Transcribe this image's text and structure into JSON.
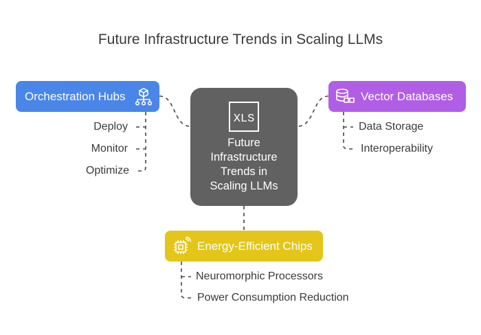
{
  "title": "Future Infrastructure Trends in Scaling LLMs",
  "center": {
    "icon": "xls-file-icon",
    "icon_text": "XLS",
    "lines": [
      "Future",
      "Infrastructure",
      "Trends in",
      "Scaling LLMs"
    ],
    "color": "#616161"
  },
  "branches": {
    "orchestration": {
      "label": "Orchestration Hubs",
      "icon": "hierarchy-network-icon",
      "color": "#4a86e8",
      "items": [
        "Deploy",
        "Monitor",
        "Optimize"
      ]
    },
    "vector": {
      "label": "Vector Databases",
      "icon": "database-icon",
      "color": "#b15ee7",
      "items": [
        "Data Storage",
        "Interoperability"
      ]
    },
    "energy": {
      "label": "Energy-Efficient Chips",
      "icon": "chip-icon",
      "color": "#e3c619",
      "items": [
        "Neuromorphic Processors",
        "Power Consumption Reduction"
      ]
    }
  }
}
